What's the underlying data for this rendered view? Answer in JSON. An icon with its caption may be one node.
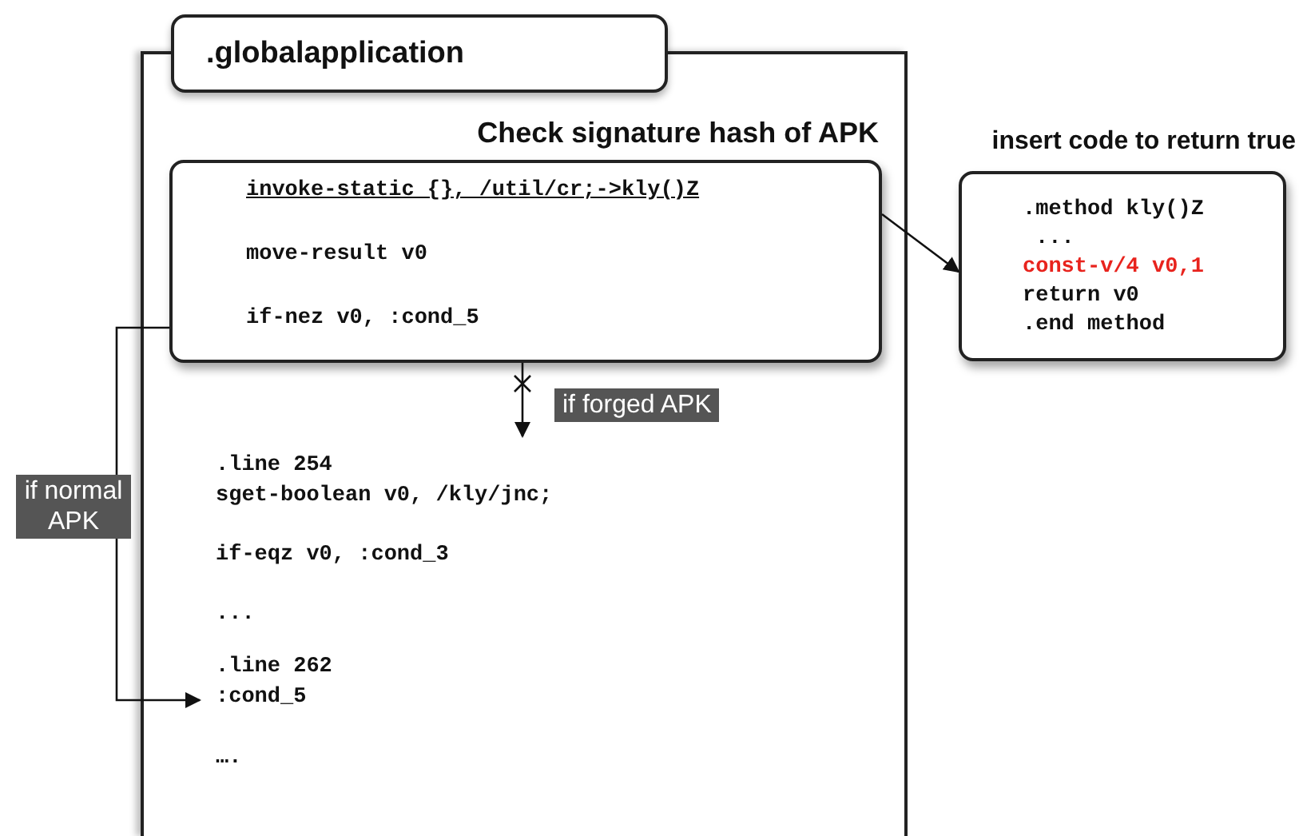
{
  "diagram": {
    "nodes": [
      {
        "text": [
          ".globalapplication"
        ]
      },
      {
        "text": [
          "Check signature hash of APK",
          "invoke-static {}, /util/cr;->kly()Z",
          "move-result v0",
          "if-nez v0, :cond_5"
        ],
        "in": 0
      },
      {
        "text": [
          ".line 254",
          "sget-boolean v0, /kly/jnc;"
        ],
        "in": 0
      },
      {
        "text": [
          ".line 262",
          ":cond_5"
        ],
        "in": 0
      },
      {
        "text": [
          "insert code to return true",
          ".method kly()Z",
          "...",
          "const-v/4 v0,1",
          "return v0",
          ".end method"
        ]
      }
    ],
    "edges": [
      {
        "from": 1,
        "to": 4,
        "arrow": "to"
      },
      {
        "from": 1,
        "to": 2,
        "arrow": "to",
        "label": "if forged APK"
      },
      {
        "from": 1,
        "to": 3,
        "arrow": "to",
        "label": "if normal APK"
      }
    ],
    "labels": [
      "if-eqz v0, :cond_3",
      "...",
      "…."
    ]
  }
}
